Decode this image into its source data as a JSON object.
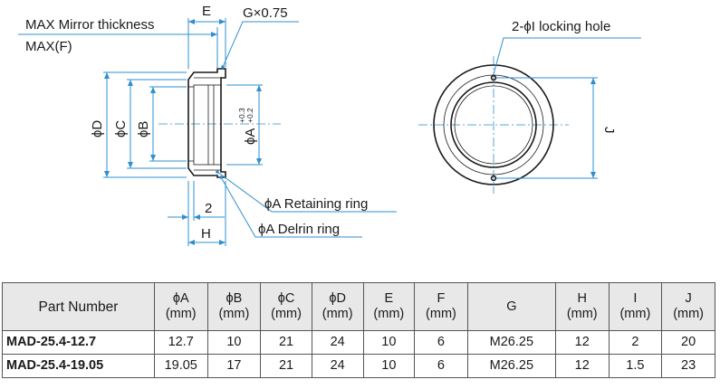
{
  "drawing": {
    "left_labels": {
      "mirror_thickness": "MAX Mirror thickness",
      "max_f": "MAX(F)"
    },
    "dimensions": {
      "e": "E",
      "thread": "G×0.75",
      "d": "ϕD",
      "c": "ϕC",
      "b": "ϕB",
      "a": "ϕA",
      "a_tol_upper": "+0.3",
      "a_tol_lower": "+0.2",
      "two": "2",
      "h": "H",
      "j": "J"
    },
    "callouts": {
      "retaining_ring": "ϕA Retaining ring",
      "delrin_ring": "ϕA Delrin ring",
      "locking_hole": "2-ϕI locking hole"
    }
  },
  "table": {
    "headers": [
      {
        "line1": "Part Number",
        "line2": ""
      },
      {
        "line1": "ϕA",
        "line2": "(mm)"
      },
      {
        "line1": "ϕB",
        "line2": "(mm)"
      },
      {
        "line1": "ϕC",
        "line2": "(mm)"
      },
      {
        "line1": "ϕD",
        "line2": "(mm)"
      },
      {
        "line1": "E",
        "line2": "(mm)"
      },
      {
        "line1": "F",
        "line2": "(mm)"
      },
      {
        "line1": "G",
        "line2": ""
      },
      {
        "line1": "H",
        "line2": "(mm)"
      },
      {
        "line1": "I",
        "line2": "(mm)"
      },
      {
        "line1": "J",
        "line2": "(mm)"
      }
    ],
    "rows": [
      {
        "part": "MAD-25.4-12.7",
        "a": "12.7",
        "b": "10",
        "c": "21",
        "d": "24",
        "e": "10",
        "f": "6",
        "g": "M26.25",
        "h": "12",
        "i": "2",
        "j": "20"
      },
      {
        "part": "MAD-25.4-19.05",
        "a": "19.05",
        "b": "17",
        "c": "21",
        "d": "24",
        "e": "10",
        "f": "6",
        "g": "M26.25",
        "h": "12",
        "i": "1.5",
        "j": "23"
      }
    ]
  },
  "colors": {
    "dimension_line": "#2f8fd0",
    "outline": "#1a1a1a",
    "header_bg": "#e8e8e8"
  }
}
